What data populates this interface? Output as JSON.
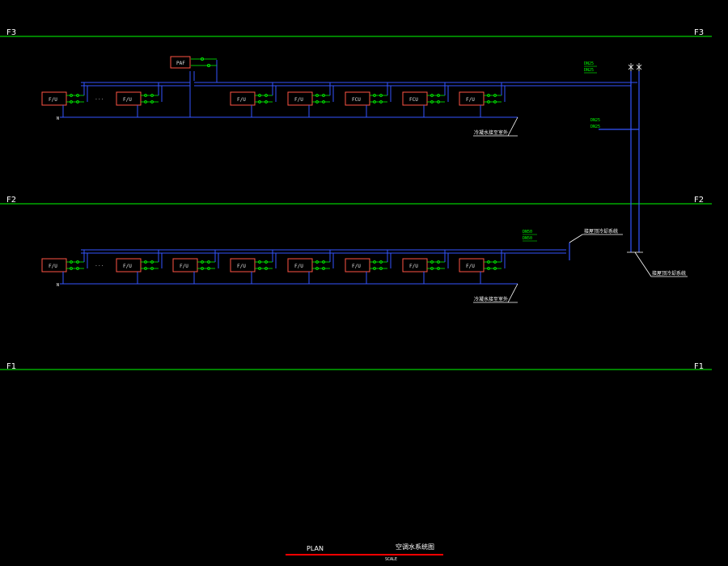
{
  "floors": [
    "F3",
    "F2",
    "F1"
  ],
  "colors": {
    "floor_line": "#00ff00",
    "pipe": "#3355ff",
    "unit_box": "#ff5544",
    "valve": "#00ff00",
    "title_underline": "#ff0000"
  },
  "upper_row": {
    "fresh_air_unit": "PAF",
    "units": [
      "F/U",
      "F/U",
      "F/U",
      "F/U",
      "FCU",
      "FCU",
      "F/U"
    ],
    "ellipsis": "· · ·",
    "left_tag": "N",
    "note": "冷凝水接至室外"
  },
  "lower_row": {
    "units": [
      "F/U",
      "F/U",
      "F/U",
      "F/U",
      "F/U",
      "F/U",
      "F/U",
      "F/U"
    ],
    "ellipsis": "· · ·",
    "left_tag": "N",
    "note": "冷凝水接至室外"
  },
  "riser_notes": {
    "upper_tags": [
      "DN25",
      "DN25"
    ],
    "mid_tags": [
      "DN25",
      "DN25"
    ],
    "lower_tags": [
      "DN50",
      "DN50"
    ],
    "connect_a": "接屋顶冷却系统",
    "connect_b": "接屋顶冷却系统"
  },
  "footer": {
    "plan_label": "PLAN",
    "title": "空调水系统图",
    "scale_label": "SCALE"
  }
}
